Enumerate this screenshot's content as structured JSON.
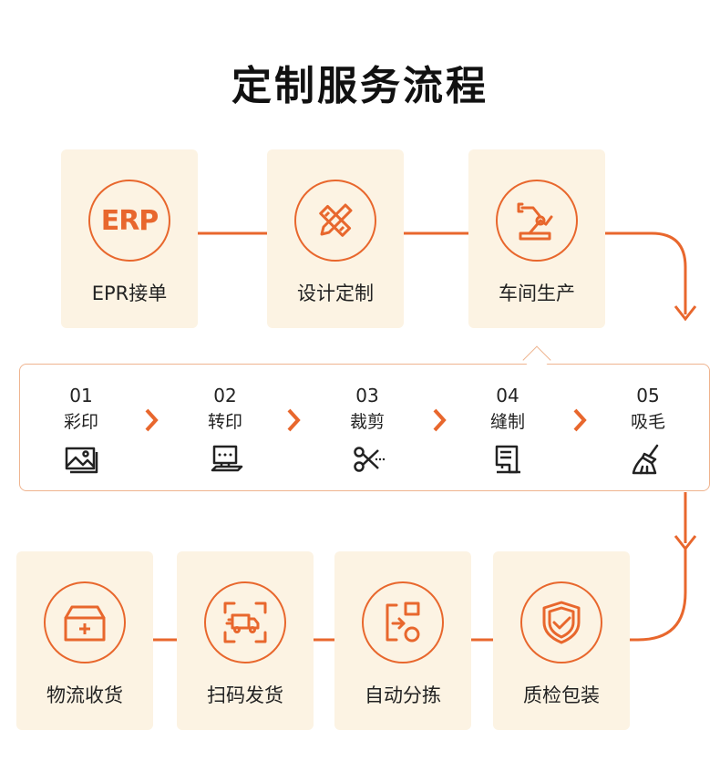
{
  "title": "定制服务流程",
  "top_row": [
    {
      "label": "EPR接单",
      "icon": "erp-icon",
      "icon_text": "ERP"
    },
    {
      "label": "设计定制",
      "icon": "pencil-ruler-icon"
    },
    {
      "label": "车间生产",
      "icon": "robot-arm-icon"
    }
  ],
  "steps": [
    {
      "num": "01",
      "name": "彩印",
      "icon": "image-icon"
    },
    {
      "num": "02",
      "name": "转印",
      "icon": "transfer-print-icon"
    },
    {
      "num": "03",
      "name": "裁剪",
      "icon": "scissors-icon"
    },
    {
      "num": "04",
      "name": "缝制",
      "icon": "sewing-machine-icon"
    },
    {
      "num": "05",
      "name": "吸毛",
      "icon": "brush-icon"
    }
  ],
  "bottom_row": [
    {
      "label": "物流收货",
      "icon": "box-icon"
    },
    {
      "label": "扫码发货",
      "icon": "scan-truck-icon"
    },
    {
      "label": "自动分拣",
      "icon": "sorting-icon"
    },
    {
      "label": "质检包装",
      "icon": "shield-check-icon"
    }
  ],
  "colors": {
    "accent": "#e8672d",
    "card_bg": "#fcf3e3",
    "border": "#efb48f"
  }
}
